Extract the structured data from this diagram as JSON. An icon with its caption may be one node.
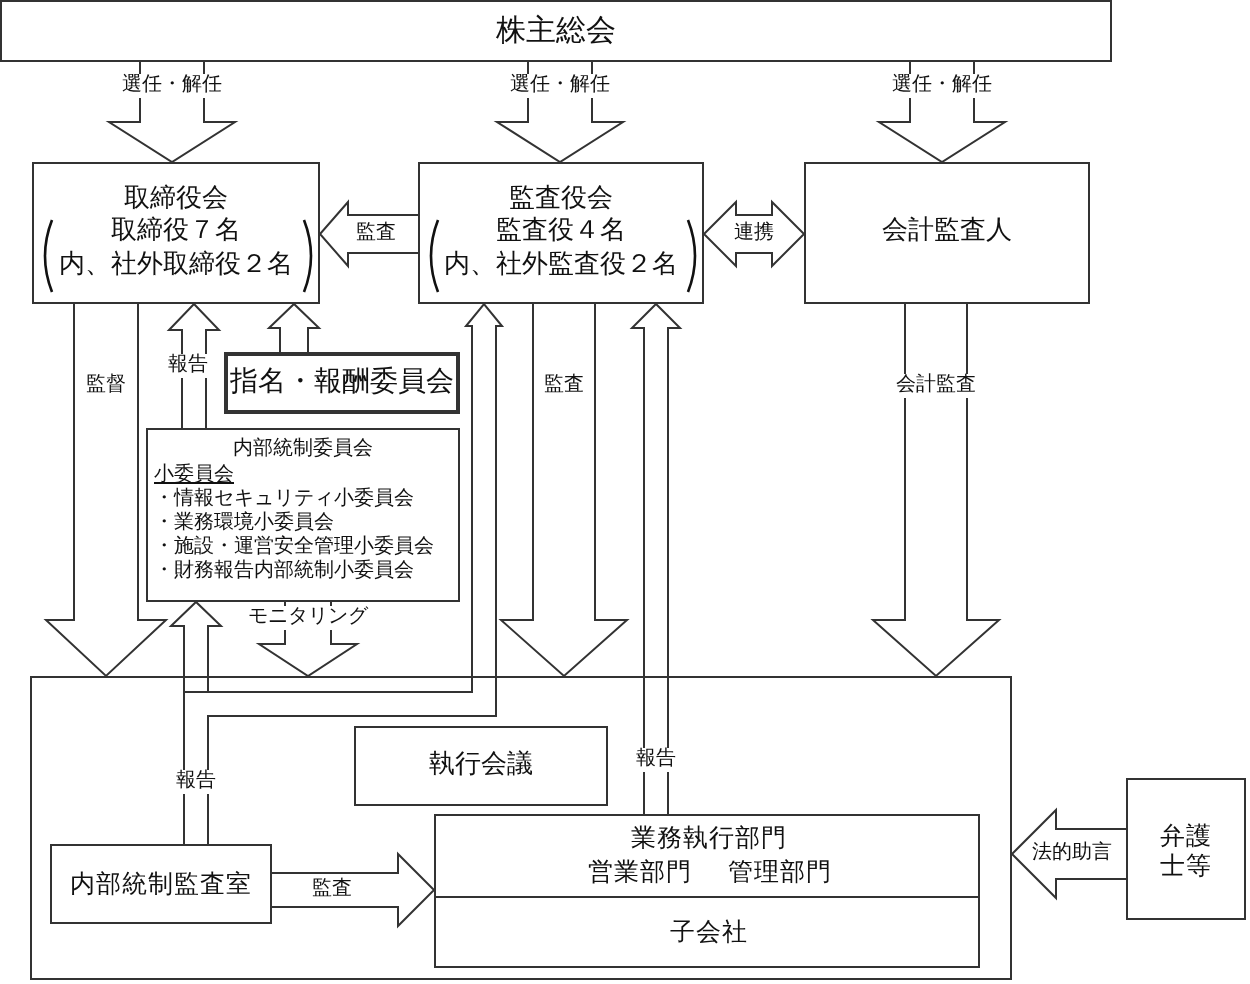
{
  "diagram": {
    "nodes": [
      {
        "text": [
          "株主総会"
        ]
      },
      {
        "text": [
          "取締役会",
          "取締役７名",
          "内、社外取締役２名"
        ]
      },
      {
        "text": [
          "監査役会",
          "監査役４名",
          "内、社外監査役２名"
        ]
      },
      {
        "text": [
          "会計監査人"
        ]
      },
      {
        "text": [
          "指名・報酬委員会"
        ]
      },
      {
        "text": [
          "内部統制委員会",
          "小委員会",
          "・情報セキュリティ小委員会",
          "・業務環境小委員会",
          "・施設・運営安全管理小委員会",
          "・財務報告内部統制小委員会"
        ]
      },
      {
        "text": [],
        "shape": "box"
      },
      {
        "text": [
          "執行会議"
        ],
        "in": 6
      },
      {
        "text": [
          "業務執行部門",
          "営業部門",
          "管理部門",
          "子会社"
        ],
        "in": 6
      },
      {
        "text": [
          "内部統制監査室"
        ],
        "in": 6
      },
      {
        "text": [
          "弁護士等"
        ]
      }
    ],
    "edges": [
      {
        "from": 0,
        "to": 1,
        "label": "選任・解任",
        "arrow": "to"
      },
      {
        "from": 0,
        "to": 2,
        "label": "選任・解任",
        "arrow": "to"
      },
      {
        "from": 0,
        "to": 3,
        "label": "選任・解任",
        "arrow": "to"
      },
      {
        "from": 2,
        "to": 1,
        "label": "監査",
        "arrow": "to"
      },
      {
        "from": 2,
        "to": 3,
        "label": "連携",
        "arrow": "both"
      },
      {
        "from": 1,
        "to": 6,
        "label": "監督",
        "arrow": "to"
      },
      {
        "from": 5,
        "to": 1,
        "label": "報告",
        "arrow": "to"
      },
      {
        "from": 4,
        "to": 1,
        "arrow": "to"
      },
      {
        "from": 2,
        "to": 6,
        "label": "監査",
        "arrow": "to"
      },
      {
        "from": 8,
        "to": 2,
        "label": "報告",
        "arrow": "to"
      },
      {
        "from": 3,
        "to": 6,
        "label": "会計監査",
        "arrow": "to"
      },
      {
        "from": 9,
        "to": 5,
        "label": "報告",
        "arrow": "to"
      },
      {
        "from": 9,
        "to": 2,
        "arrow": "to"
      },
      {
        "from": 5,
        "to": 6,
        "label": "モニタリング",
        "arrow": "to"
      },
      {
        "from": 9,
        "to": 8,
        "label": "監査",
        "arrow": "to"
      },
      {
        "from": 10,
        "to": 6,
        "label": "法的助言",
        "arrow": "to"
      }
    ]
  }
}
